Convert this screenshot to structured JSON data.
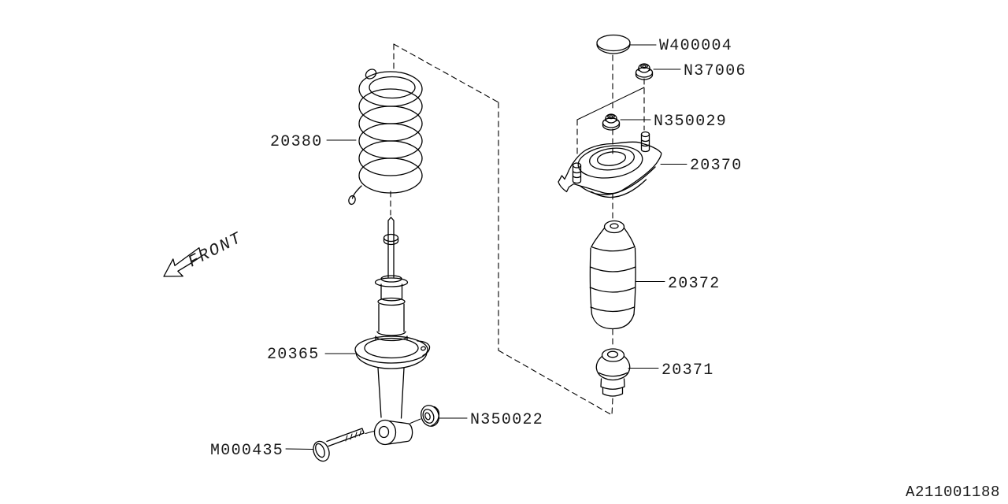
{
  "labels": {
    "spring": "20380",
    "strut": "20365",
    "bolt": "M000435",
    "strut_nut": "N350022",
    "cap": "W400004",
    "top_nut": "N37006",
    "mount_nut": "N350029",
    "mount": "20370",
    "dust_cover": "20372",
    "helper_rubber": "20371"
  },
  "front_indicator": "FRONT",
  "diagram_id": "A211001188",
  "colors": {
    "background": "#ffffff",
    "line_color": "#000000",
    "text_color": "#1a1a1a"
  }
}
